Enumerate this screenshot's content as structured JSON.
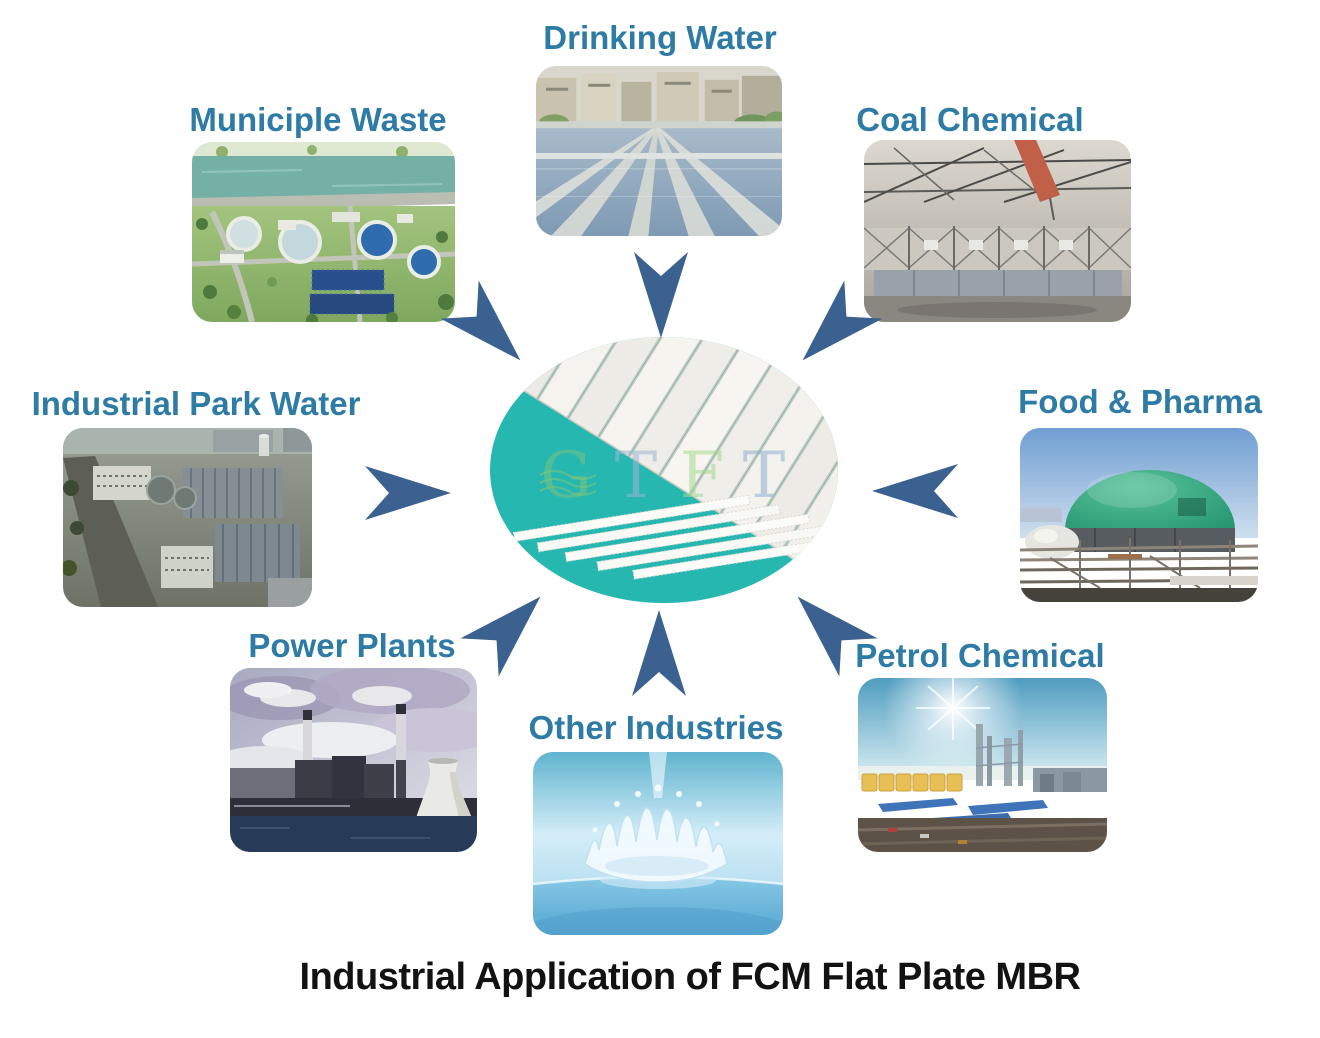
{
  "title": "Industrial Application of FCM Flat Plate MBR",
  "center": {
    "watermark": "GTFT",
    "watermark_letters": [
      "G",
      "T",
      "F",
      "T"
    ]
  },
  "colors": {
    "label_text": "#2e7ba6",
    "arrow": "#3a6190",
    "center_teal": "#26b7b1",
    "title_text": "#121212"
  },
  "applications": [
    {
      "id": "drinking-water",
      "label": "Drinking Water"
    },
    {
      "id": "municiple-waste",
      "label": "Municiple Waste"
    },
    {
      "id": "coal-chemical",
      "label": "Coal Chemical"
    },
    {
      "id": "industrial-park-water",
      "label": "Industrial Park Water"
    },
    {
      "id": "food-pharma",
      "label": "Food & Pharma"
    },
    {
      "id": "power-plants",
      "label": "Power Plants"
    },
    {
      "id": "other-industries",
      "label": "Other Industries"
    },
    {
      "id": "petrol-chemical",
      "label": "Petrol Chemical"
    }
  ]
}
